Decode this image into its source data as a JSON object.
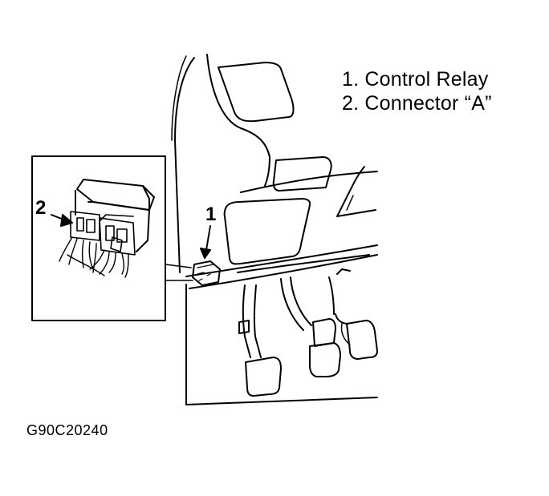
{
  "legend": {
    "item1": "1.  Control Relay",
    "item2": "2.  Connector “A”"
  },
  "callouts": {
    "relay_number": "1",
    "connector_number": "2"
  },
  "figure_id": "G90C20240",
  "colors": {
    "ink": "#000000",
    "paper": "#ffffff"
  }
}
